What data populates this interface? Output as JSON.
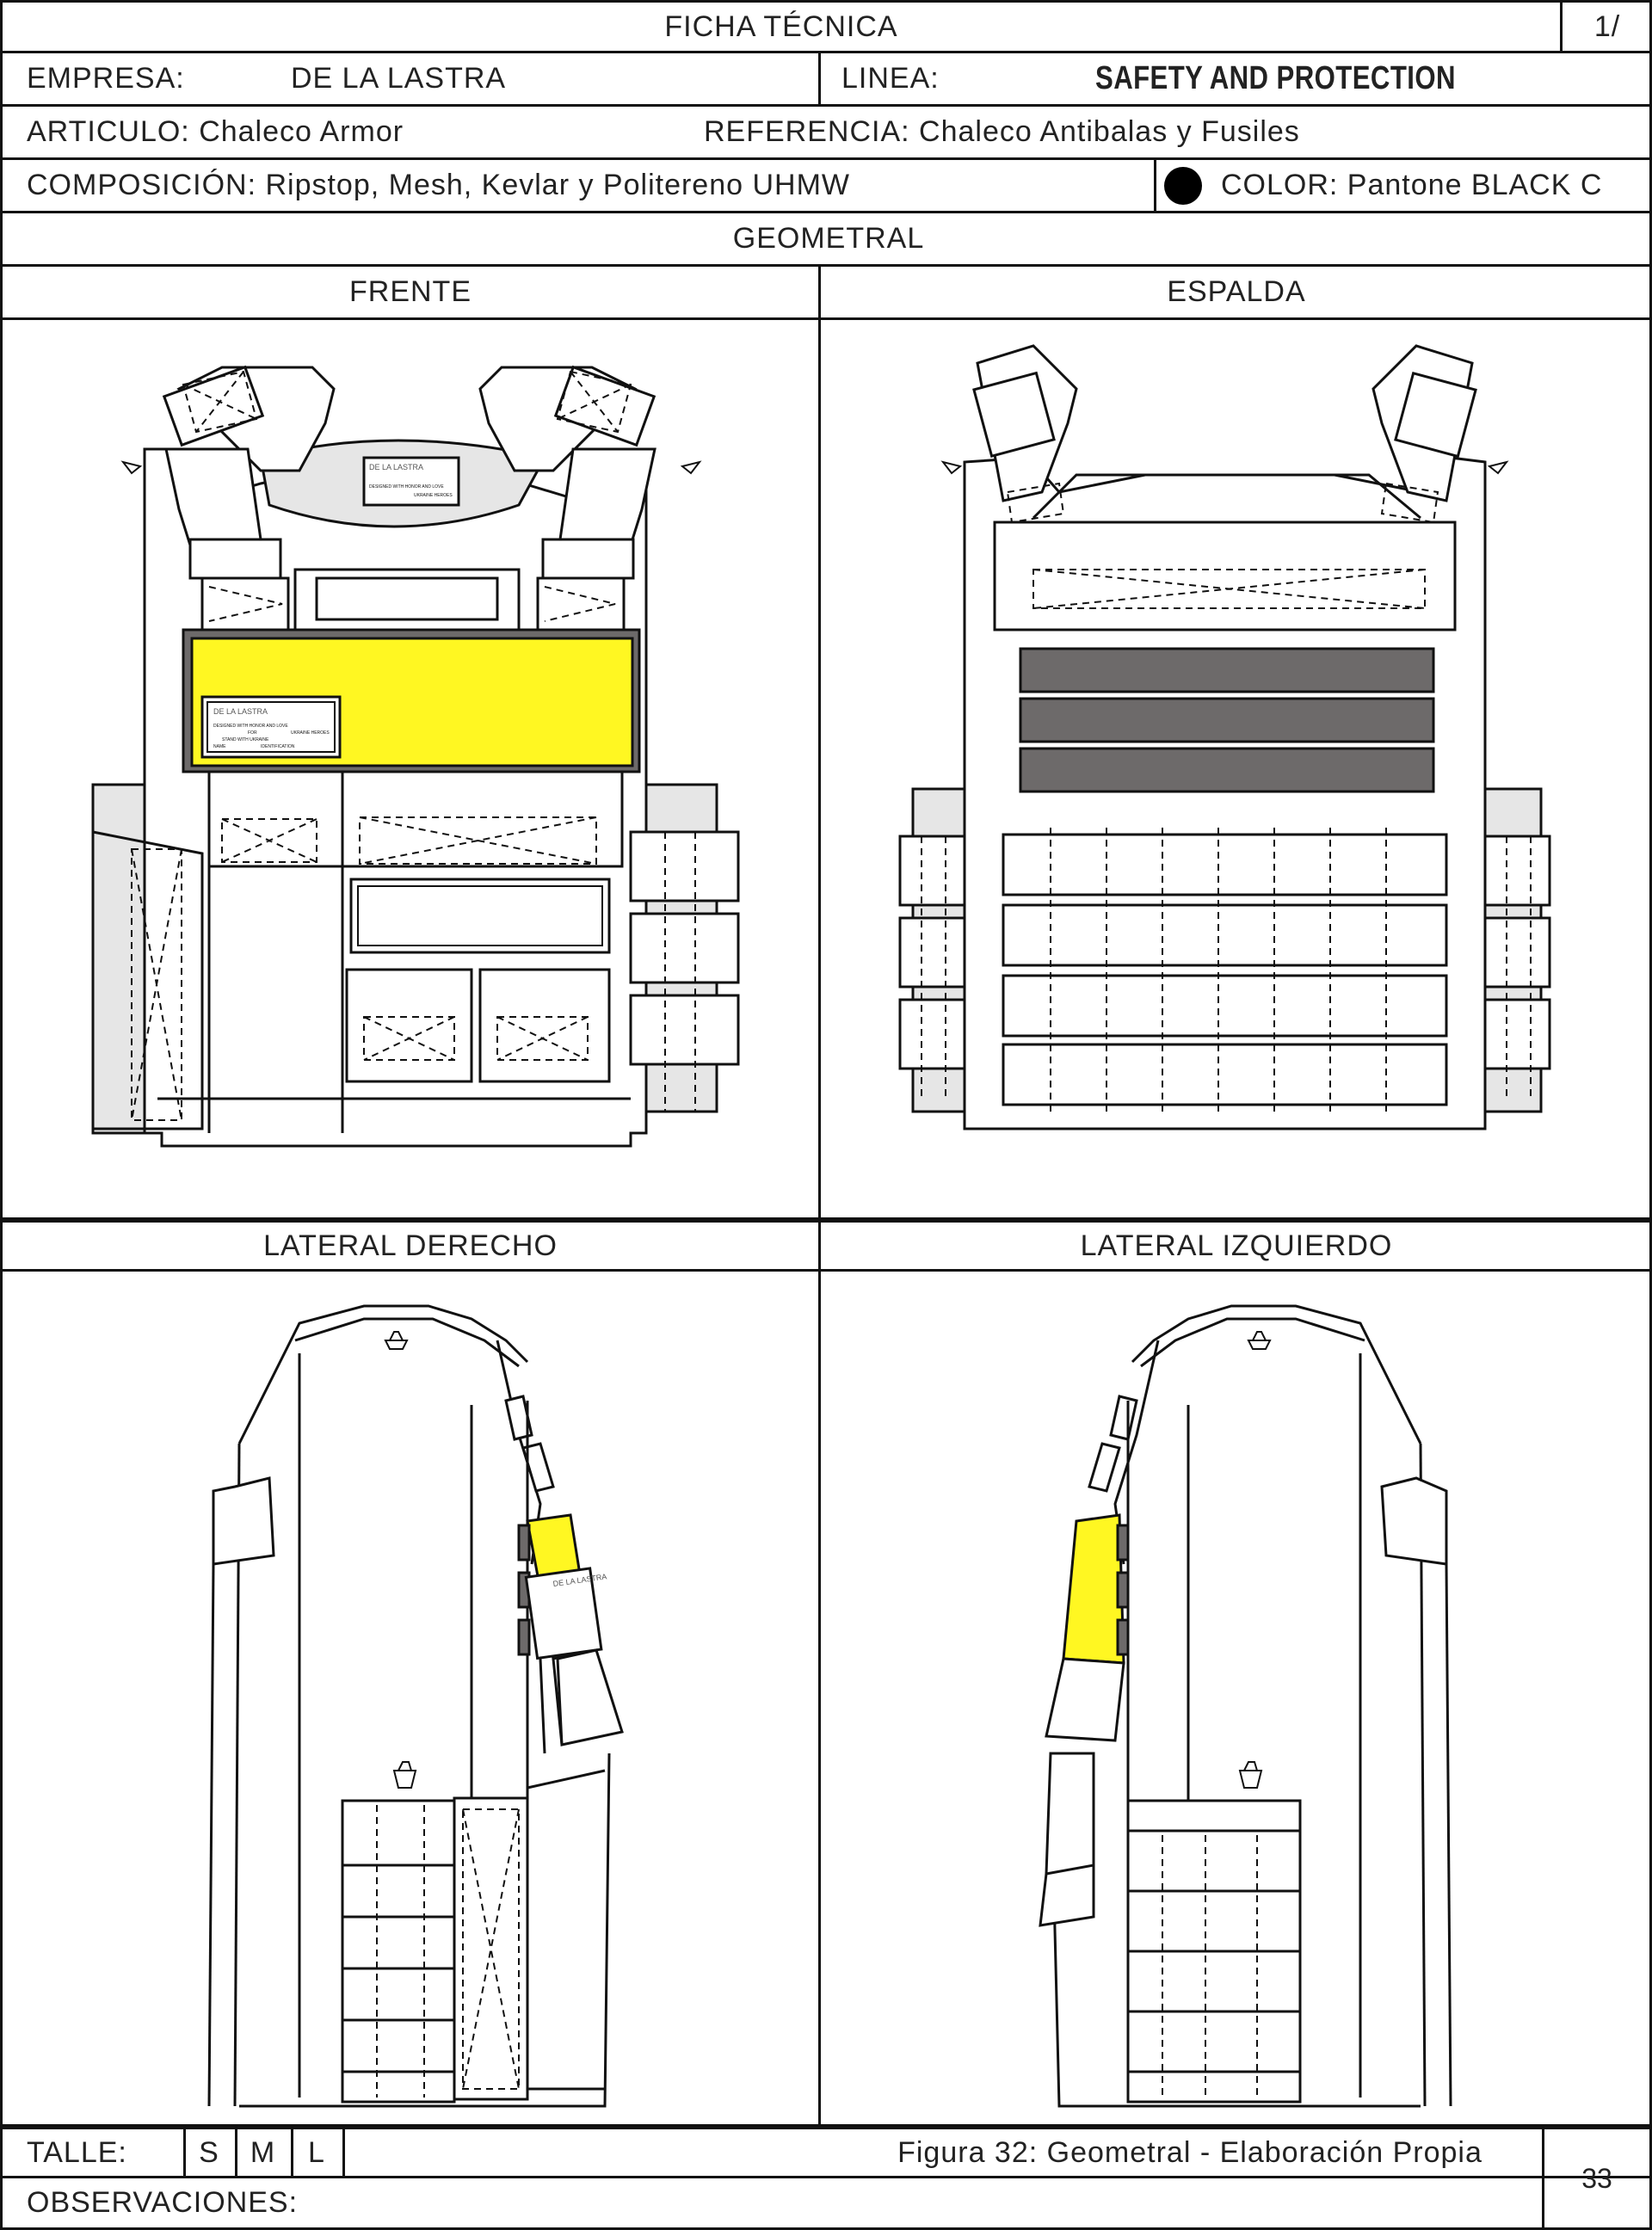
{
  "header": {
    "title": "FICHA TÉCNICA",
    "sheet_number": "1/"
  },
  "company": {
    "label": "EMPRESA:",
    "value": "DE LA LASTRA",
    "line_label": "LINEA:",
    "line_value": "SAFETY AND PROTECTION"
  },
  "article": {
    "label_value": "ARTICULO: Chaleco Armor",
    "reference": "REFERENCIA: Chaleco Antibalas y Fusiles"
  },
  "composition": {
    "text": "COMPOSICIÓN: Ripstop, Mesh, Kevlar y Politereno UHMW",
    "color_text": "COLOR: Pantone BLACK C",
    "swatch_color": "#000000"
  },
  "section": {
    "title": "GEOMETRAL"
  },
  "views": {
    "front": "FRENTE",
    "back": "ESPALDA",
    "right": "LATERAL DERECHO",
    "left": "LATERAL IZQUIERDO"
  },
  "patch": {
    "brand": "DE LA LASTRA",
    "line1": "DESIGNED WITH HONOR AND LOVE",
    "line2": "FOR",
    "line3": "UKRAINE HEROES",
    "line4": "STAND WITH UKRAINE",
    "line5": "NAME",
    "line6": "IDENTIFICATION"
  },
  "accent_color": "#fff722",
  "footer": {
    "size_label": "TALLE:",
    "sizes": [
      "S",
      "M",
      "L"
    ],
    "caption": "Figura 32: Geometral - Elaboración Propia",
    "observations": "OBSERVACIONES:",
    "page_number": "33"
  }
}
